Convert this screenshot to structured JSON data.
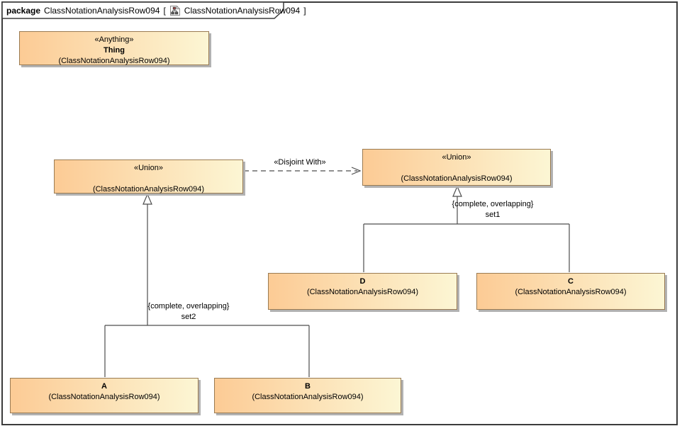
{
  "frame": {
    "kind_label": "package",
    "package_name": "ClassNotationAnalysisRow094",
    "open_bracket": "[",
    "diagram_name": "ClassNotationAnalysisRow094",
    "close_bracket": "]",
    "diagram_icon": "package-diagram-icon"
  },
  "colors": {
    "frame_border": "#3c3c3c",
    "node_border": "#9a7b52",
    "node_fill_left": "#fccb95",
    "node_fill_right": "#fcf6d4",
    "node_shadow": "#b2b2b2",
    "line": "#4d4d4d",
    "arrowhead_fill": "#ffffff",
    "text": "#000000"
  },
  "nodes": {
    "thing": {
      "stereotype": "«Anything»",
      "name": "Thing",
      "qualifier": "(ClassNotationAnalysisRow094)"
    },
    "union_left": {
      "stereotype": "«Union»",
      "name": "",
      "qualifier": "(ClassNotationAnalysisRow094)"
    },
    "union_right": {
      "stereotype": "«Union»",
      "name": "",
      "qualifier": "(ClassNotationAnalysisRow094)"
    },
    "class_d": {
      "name": "D",
      "qualifier": "(ClassNotationAnalysisRow094)"
    },
    "class_c": {
      "name": "C",
      "qualifier": "(ClassNotationAnalysisRow094)"
    },
    "class_a": {
      "name": "A",
      "qualifier": "(ClassNotationAnalysisRow094)"
    },
    "class_b": {
      "name": "B",
      "qualifier": "(ClassNotationAnalysisRow094)"
    }
  },
  "edges": {
    "disjoint_with": {
      "label": "«Disjoint With»"
    },
    "generalization_set1": {
      "constraint": "{complete, overlapping}",
      "name": "set1"
    },
    "generalization_set2": {
      "constraint": "{complete, overlapping}",
      "name": "set2"
    }
  }
}
